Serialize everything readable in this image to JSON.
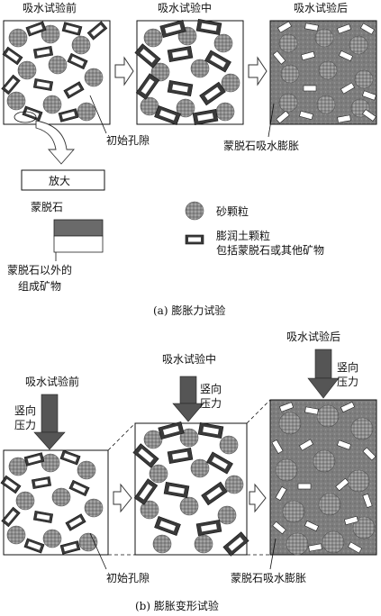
{
  "part_a": {
    "stage_before": "吸水试验前",
    "stage_during": "吸水试验中",
    "stage_after": "吸水试验后",
    "initial_pore": "初始孔隙",
    "mont_swelling": "蒙脱石吸水膨胀",
    "magnify": "放大",
    "montmorillonite": "蒙脱石",
    "other_minerals_line1": "蒙脱石以外的",
    "other_minerals_line2": "组成矿物",
    "legend_sand": "砂颗粒",
    "legend_clay_line1": "膨润土颗粒",
    "legend_clay_line2": "包括蒙脱石或其他矿物",
    "caption": "(a) 膨胀力试验"
  },
  "part_b": {
    "stage_before": "吸水试验前",
    "stage_during": "吸水试验中",
    "stage_after": "吸水试验后",
    "vertical_pressure_line1": "竖向",
    "vertical_pressure_line2": "压力",
    "initial_pore": "初始孔隙",
    "mont_swelling": "蒙脱石吸水膨胀",
    "caption": "(b) 膨胀变形试验"
  },
  "colors": {
    "sand_fill": "#8f8f8f",
    "clay_outer": "#3a3a3a",
    "after_bg": "#7a7a7a"
  }
}
